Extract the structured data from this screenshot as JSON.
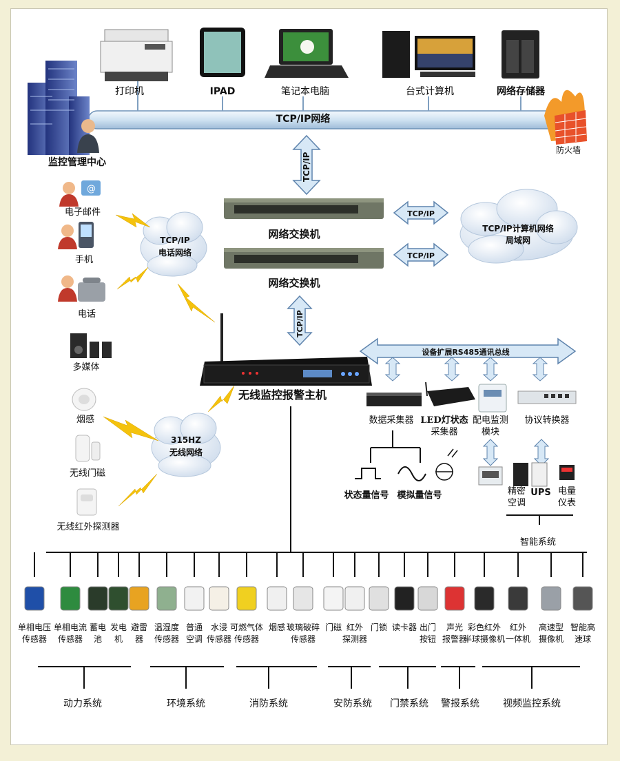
{
  "colors": {
    "bus_fill": "#cfe2f2",
    "bus_stroke": "#6f93b8",
    "arrow_fill": "#d7e8f6",
    "lightning": "#f4c20d",
    "cloud": "#e9f0f8",
    "firewall": "#e8512a"
  },
  "top_devices": {
    "printer": "打印机",
    "ipad": "IPAD",
    "laptop": "笔记本电脑",
    "desktop": "台式计算机",
    "nas": "网络存储器"
  },
  "network": {
    "tcpip_bus": "TCP/IP网络",
    "firewall": "防火墙",
    "center": "监控管理中心",
    "tcpip_vertical": "TCP/IP",
    "tcpip_right_1": "TCP/IP",
    "tcpip_right_2": "TCP/IP",
    "lan_cloud_line1": "TCP/IP计算机网络",
    "lan_cloud_line2": "局域网",
    "switch_1": "网络交换机",
    "switch_2": "网络交换机",
    "tcpip_lower": "TCP/IP"
  },
  "phone_net": {
    "cloud_line1": "TCP/IP",
    "cloud_line2": "电话网络",
    "email": "电子邮件",
    "mobile": "手机",
    "phone": "电话",
    "multimedia": "多媒体"
  },
  "wireless": {
    "host": "无线监控报警主机",
    "cloud_line1": "315HZ",
    "cloud_line2": "无线网络",
    "smoke": "烟感",
    "door": "无线门磁",
    "infrared": "无线红外探测器"
  },
  "rs485": {
    "bus_label": "设备扩展RS485通讯总线",
    "data_collector": "数据采集器",
    "led_line1": "LED灯状态",
    "led_line2": "采集器",
    "power_line1": "配电监测",
    "power_line2": "模块",
    "protocol": "协议转换器",
    "state_signal": "状态量信号",
    "analog_signal": "模拟量信号",
    "ac_line1": "精密",
    "ac_line2": "空调",
    "ups": "UPS",
    "meter_line1": "电量",
    "meter_line2": "仪表",
    "smart": "智能系统"
  },
  "sensors": [
    {
      "l1": "单相电压",
      "l2": "传感器"
    },
    {
      "l1": "单相电流",
      "l2": "传感器"
    },
    {
      "l1": "蓄电",
      "l2": "池"
    },
    {
      "l1": "发电",
      "l2": "机"
    },
    {
      "l1": "避雷",
      "l2": "器"
    },
    {
      "l1": "温湿度",
      "l2": "传感器"
    },
    {
      "l1": "普通",
      "l2": "空调"
    },
    {
      "l1": "水浸",
      "l2": "传感器"
    },
    {
      "l1": "可燃气体",
      "l2": "传感器"
    },
    {
      "l1": "烟感",
      "l2": ""
    },
    {
      "l1": "玻璃破碎",
      "l2": "传感器"
    },
    {
      "l1": "门磁",
      "l2": ""
    },
    {
      "l1": "红外",
      "l2": "探测器"
    },
    {
      "l1": "门锁",
      "l2": ""
    },
    {
      "l1": "读卡器",
      "l2": ""
    },
    {
      "l1": "出门",
      "l2": "按钮"
    },
    {
      "l1": "声光",
      "l2": "报警器"
    },
    {
      "l1": "彩色红外",
      "l2": "半球摄像机"
    },
    {
      "l1": "红外",
      "l2": "一体机"
    },
    {
      "l1": "高速型",
      "l2": "摄像机"
    },
    {
      "l1": "智能高",
      "l2": "速球"
    }
  ],
  "systems": [
    "动力系统",
    "环境系统",
    "消防系统",
    "安防系统",
    "门禁系统",
    "警报系统",
    "视频监控系统"
  ]
}
